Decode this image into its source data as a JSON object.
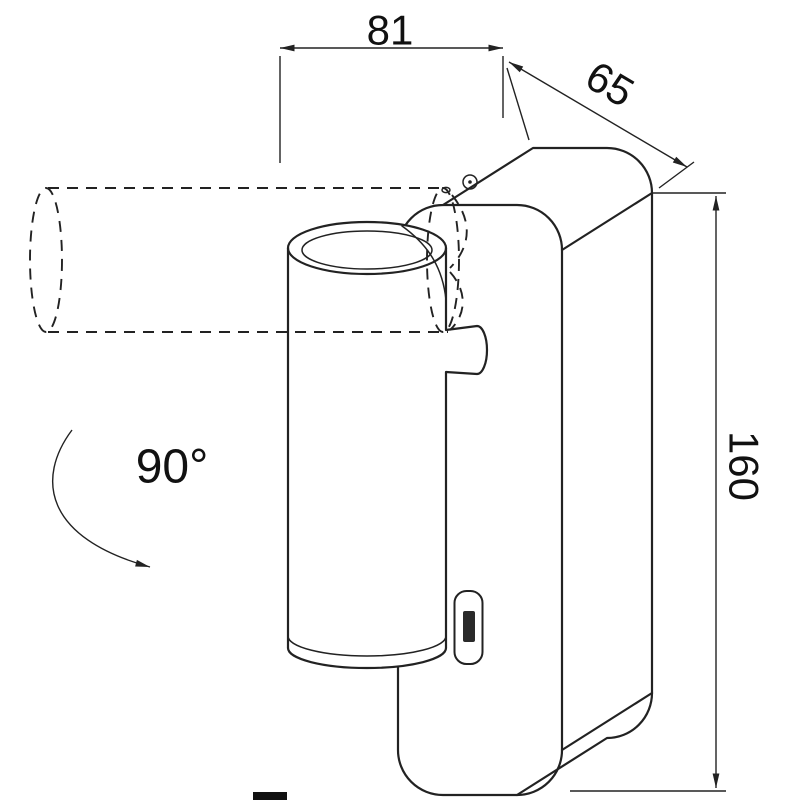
{
  "dimensions": {
    "width_label": "81",
    "depth_label": "65",
    "height_label": "160",
    "rotation_label": "90°"
  },
  "colors": {
    "line": "#222222",
    "background": "#ffffff"
  }
}
